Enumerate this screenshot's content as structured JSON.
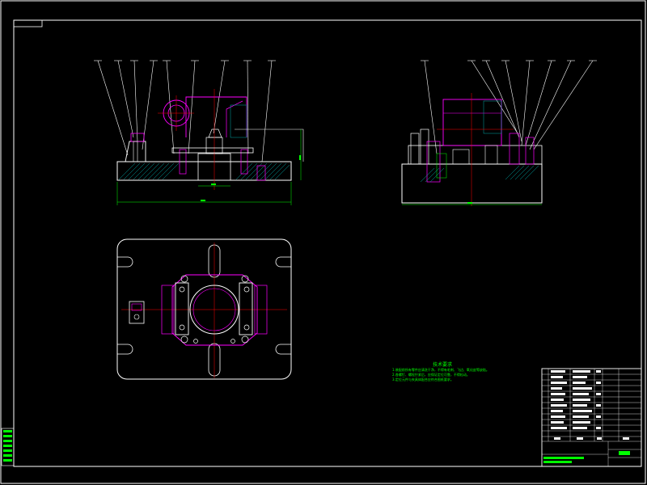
{
  "drawing": {
    "colors": {
      "background": "#000000",
      "outline": "#ffffff",
      "part": "#ff00ff",
      "center": "#ff0000",
      "dimension": "#00ff00",
      "leader": "#ffffff",
      "hatch": "#00aaaa",
      "title_block_bg": "#ffffff"
    },
    "views": [
      "front-view",
      "side-view",
      "plan-view"
    ],
    "tech_notes": {
      "title": "技术要求",
      "lines": [
        "1.装配前所有零件应清洗干净，不得有毛刺、飞边、氧化皮等缺陷。",
        "2.各螺钉、螺栓拧紧后，应保证定位可靠，不得松动。",
        "3.定位元件与夹具体配合应符合图纸要求。"
      ]
    }
  }
}
